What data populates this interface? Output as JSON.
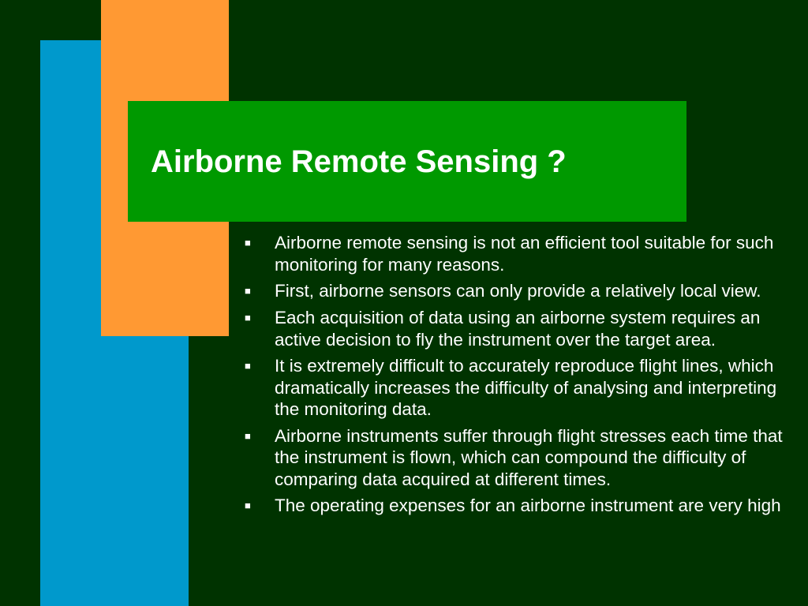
{
  "slide": {
    "title": "Airborne Remote Sensing ?",
    "bullet_marker": "■",
    "bullets": [
      "Airborne remote sensing is not an efficient tool suitable for such monitoring for many reasons.",
      "First, airborne sensors can only provide a relatively local view.",
      "Each acquisition of data using an airborne system requires an active decision to fly the instrument over the target area.",
      "It is extremely difficult to accurately reproduce flight lines, which dramatically increases the difficulty of analysing and interpreting the monitoring data.",
      "Airborne instruments suffer through flight stresses each time that the instrument is flown, which can compound the difficulty of comparing data acquired at different times.",
      "The operating expenses for an airborne instrument are very high"
    ]
  },
  "colors": {
    "background": "#003300",
    "blue_bar": "#0099CC",
    "orange_bar": "#FF9933",
    "title_box": "#009900",
    "text": "#FFFFFF"
  }
}
